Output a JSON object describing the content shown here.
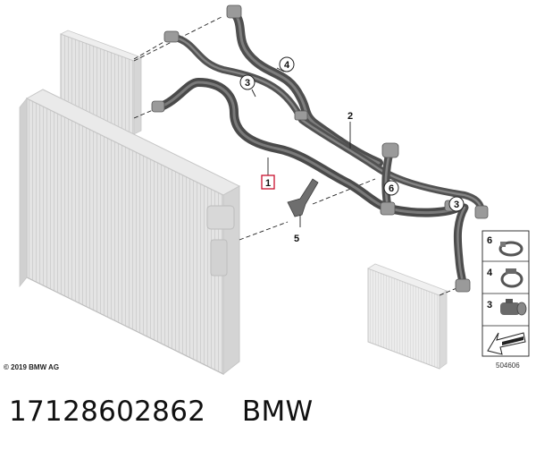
{
  "callouts": {
    "c1": "1",
    "c2": "2",
    "c3a": "3",
    "c3b": "3",
    "c4": "4",
    "c5": "5",
    "c6": "6"
  },
  "legend": {
    "items": [
      {
        "label": "6",
        "icon": "spring-clamp-icon"
      },
      {
        "label": "4",
        "icon": "hose-clamp-icon"
      },
      {
        "label": "3",
        "icon": "quick-coupling-icon"
      }
    ],
    "arrow_icon": "direction-arrow-icon"
  },
  "footer": {
    "copyright": "© 2019 BMW AG",
    "reference": "504606"
  },
  "caption": {
    "part_number": "17128602862",
    "brand": "BMW"
  },
  "colors": {
    "hose": "#5a5a5a",
    "hose_highlight": "#8a8a8a",
    "radiator": "#dcdcdc",
    "accent_box": "#c8102e"
  }
}
